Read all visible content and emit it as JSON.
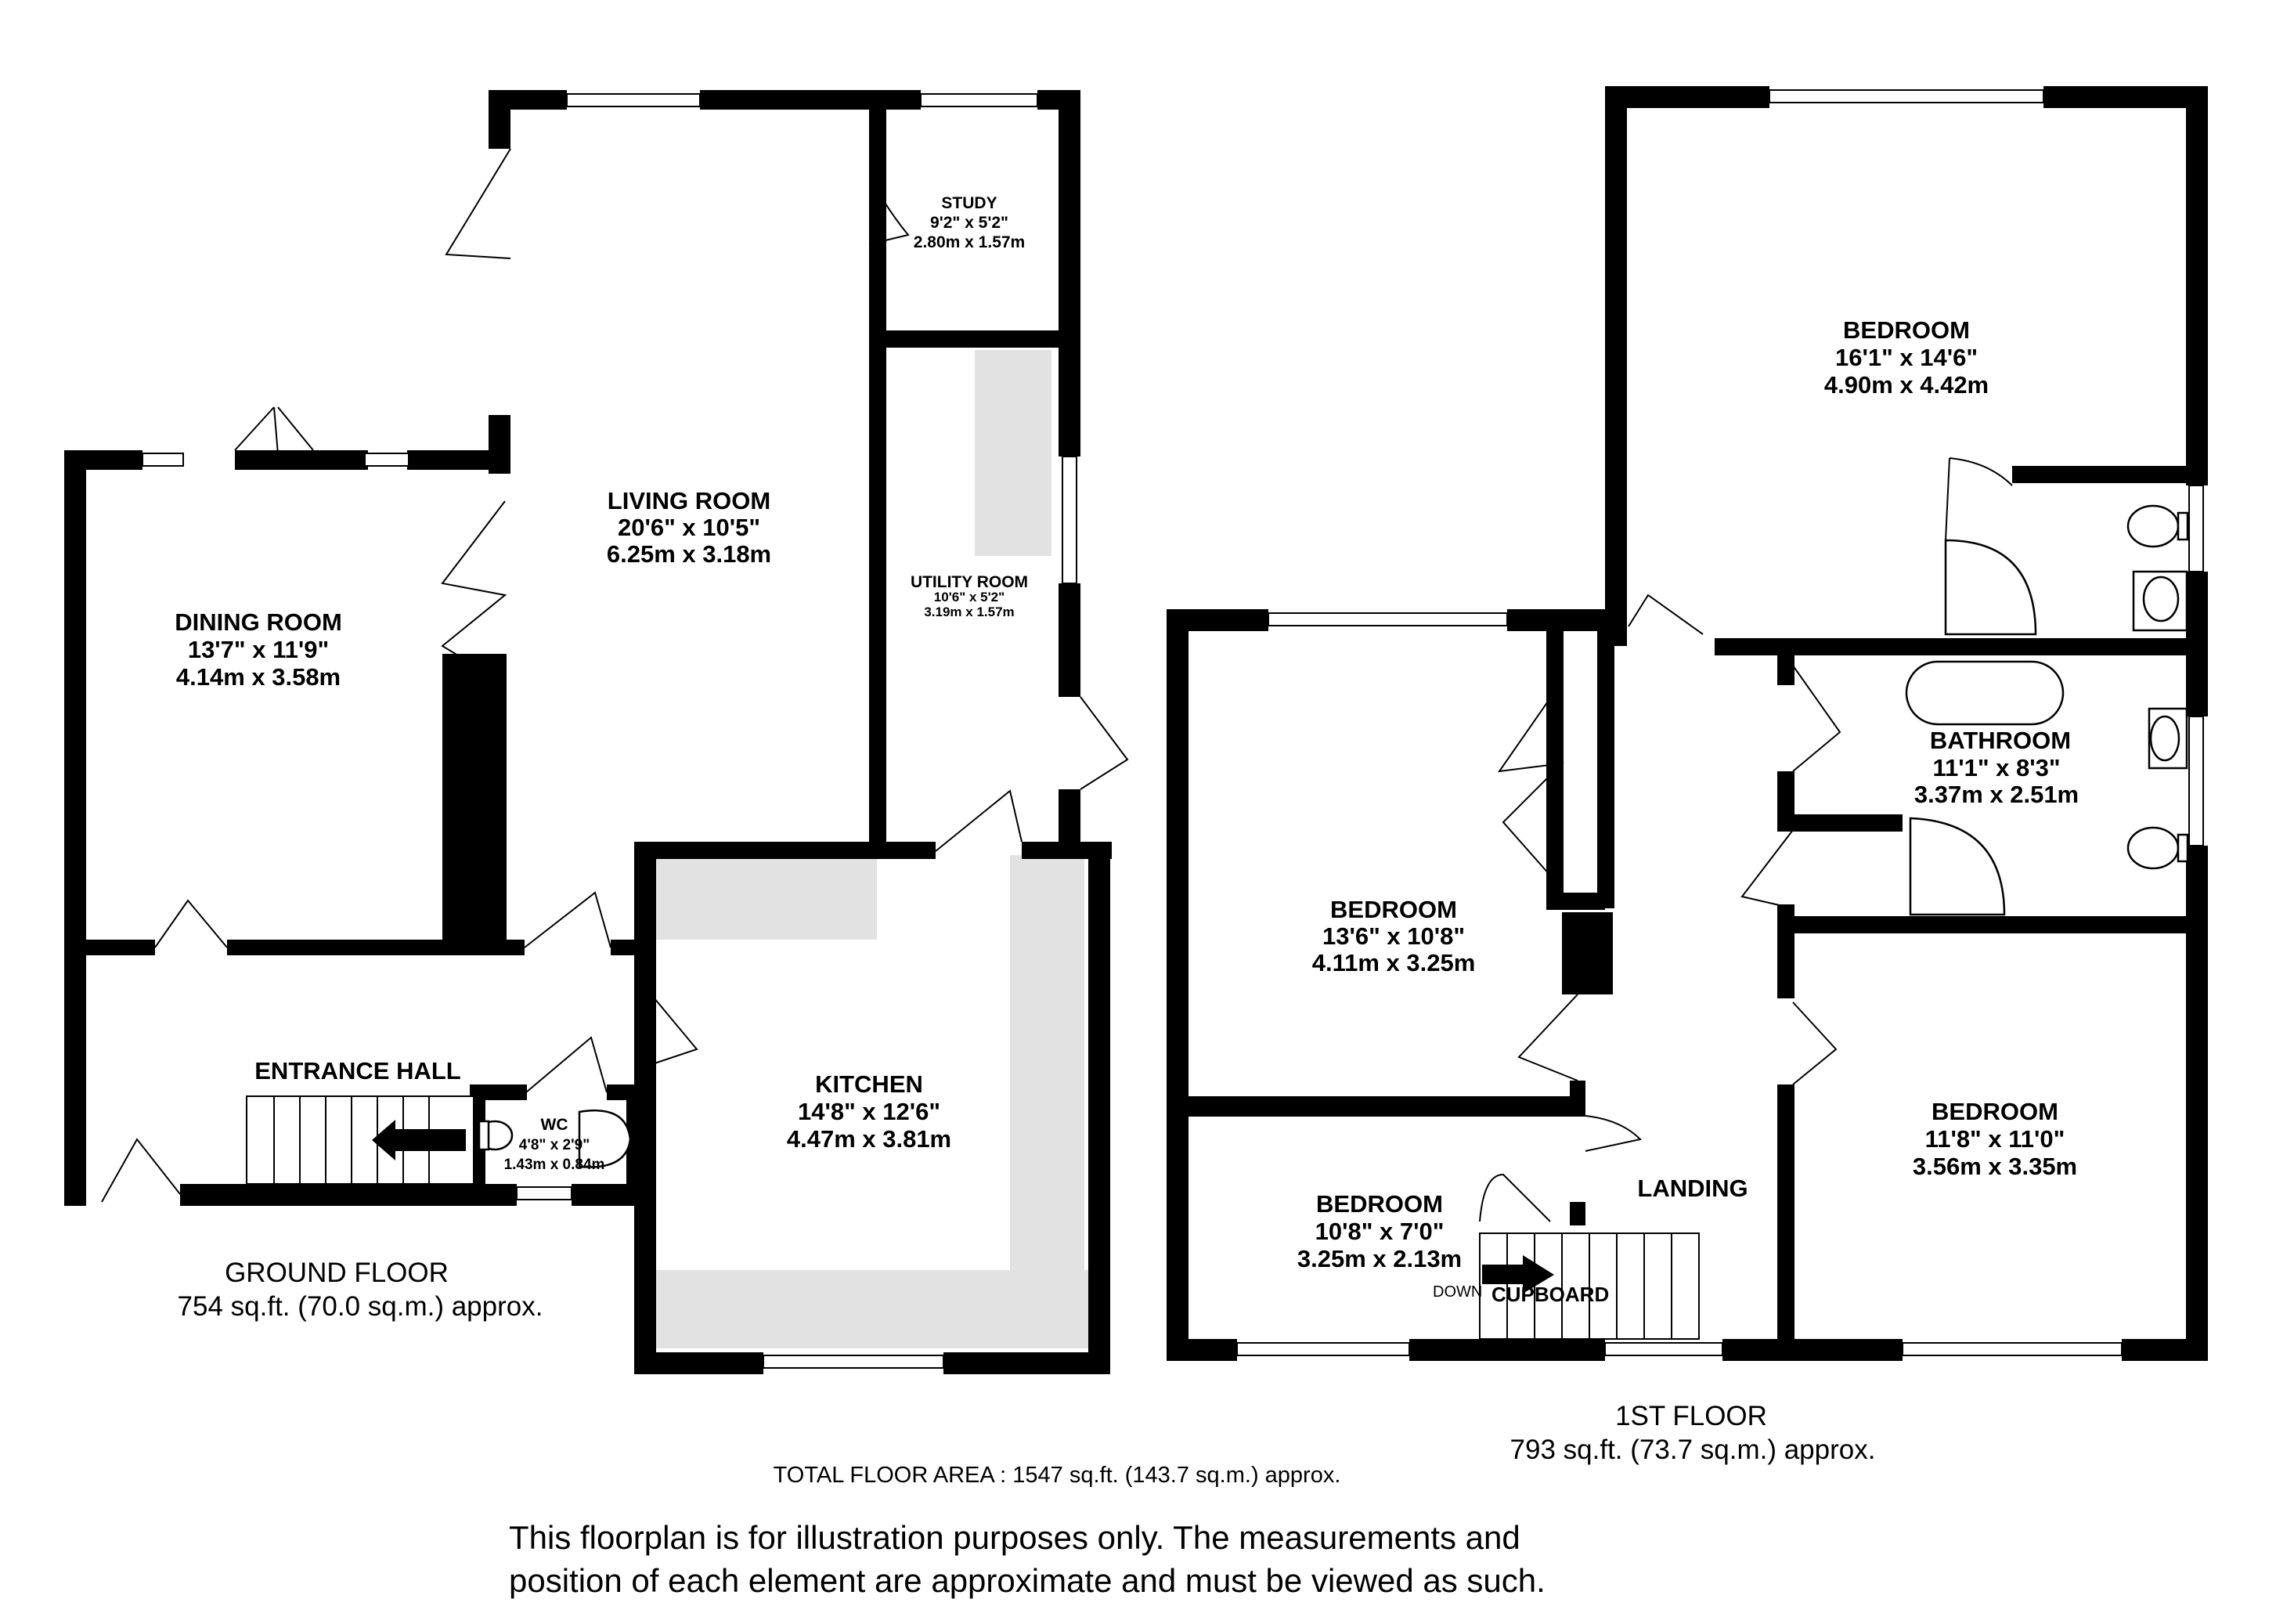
{
  "ground_floor": {
    "label": "GROUND FLOOR",
    "area": "754 sq.ft. (70.0 sq.m.) approx.",
    "rooms": [
      {
        "name": "LIVING ROOM",
        "imperial": "20'6\"  x 10'5\"",
        "metric": "6.25m  x 3.18m"
      },
      {
        "name": "STUDY",
        "imperial": "9'2\"  x 5'2\"",
        "metric": "2.80m  x 1.57m"
      },
      {
        "name": "DINING ROOM",
        "imperial": "13'7\"  x 11'9\"",
        "metric": "4.14m  x 3.58m"
      },
      {
        "name": "UTILITY ROOM",
        "imperial": "10'6\"  x 5'2\"",
        "metric": "3.19m  x 1.57m"
      },
      {
        "name": "KITCHEN",
        "imperial": "14'8\"  x 12'6\"",
        "metric": "4.47m  x 3.81m"
      },
      {
        "name": "ENTRANCE HALL"
      },
      {
        "name": "WC",
        "imperial": "4'8\"  x 2'9\"",
        "metric": "1.43m  x 0.84m"
      }
    ]
  },
  "first_floor": {
    "label": "1ST FLOOR",
    "area": "793 sq.ft. (73.7 sq.m.) approx.",
    "rooms": [
      {
        "name": "BEDROOM",
        "imperial": "16'1\"  x 14'6\"",
        "metric": "4.90m  x 4.42m"
      },
      {
        "name": "BATHROOM",
        "imperial": "11'1\"  x 8'3\"",
        "metric": "3.37m  x 2.51m"
      },
      {
        "name": "BEDROOM",
        "imperial": "13'6\"  x 10'8\"",
        "metric": "4.11m  x 3.25m"
      },
      {
        "name": "BEDROOM",
        "imperial": "11'8\"  x 11'0\"",
        "metric": "3.56m  x 3.35m"
      },
      {
        "name": "BEDROOM",
        "imperial": "10'8\"  x 7'0\"",
        "metric": "3.25m  x 2.13m"
      },
      {
        "name": "LANDING"
      }
    ],
    "down_label": "DOWN",
    "cupboard_label": "CUPBOARD"
  },
  "total": "TOTAL FLOOR AREA : 1547 sq.ft. (143.7 sq.m.) approx.",
  "disclaimer": {
    "line1": "This floorplan is for illustration purposes only. The measurements and",
    "line2": "position of each element are approximate and must be viewed as such."
  },
  "colors": {
    "wall": "#000000",
    "fitted_units": "#e2e2e2",
    "background": "#ffffff"
  }
}
